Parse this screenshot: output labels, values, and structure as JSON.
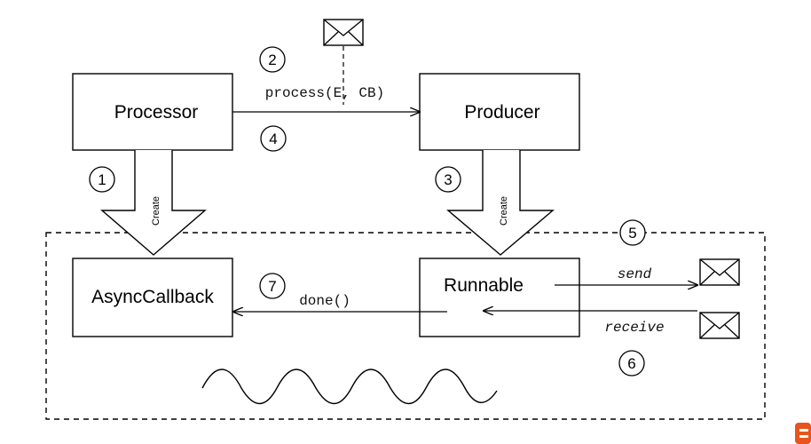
{
  "boxes": {
    "processor": "Processor",
    "producer": "Producer",
    "async_callback": "AsyncCallback",
    "runnable": "Runnable"
  },
  "labels": {
    "process_call": "process(E, CB)",
    "done_call": "done()",
    "send": "send",
    "receive": "receive",
    "create_left": "Create",
    "create_right": "Create"
  },
  "steps": [
    "1",
    "2",
    "3",
    "4",
    "5",
    "6",
    "7"
  ],
  "colors": {
    "stroke": "#000000",
    "logo": "#e8541c"
  }
}
